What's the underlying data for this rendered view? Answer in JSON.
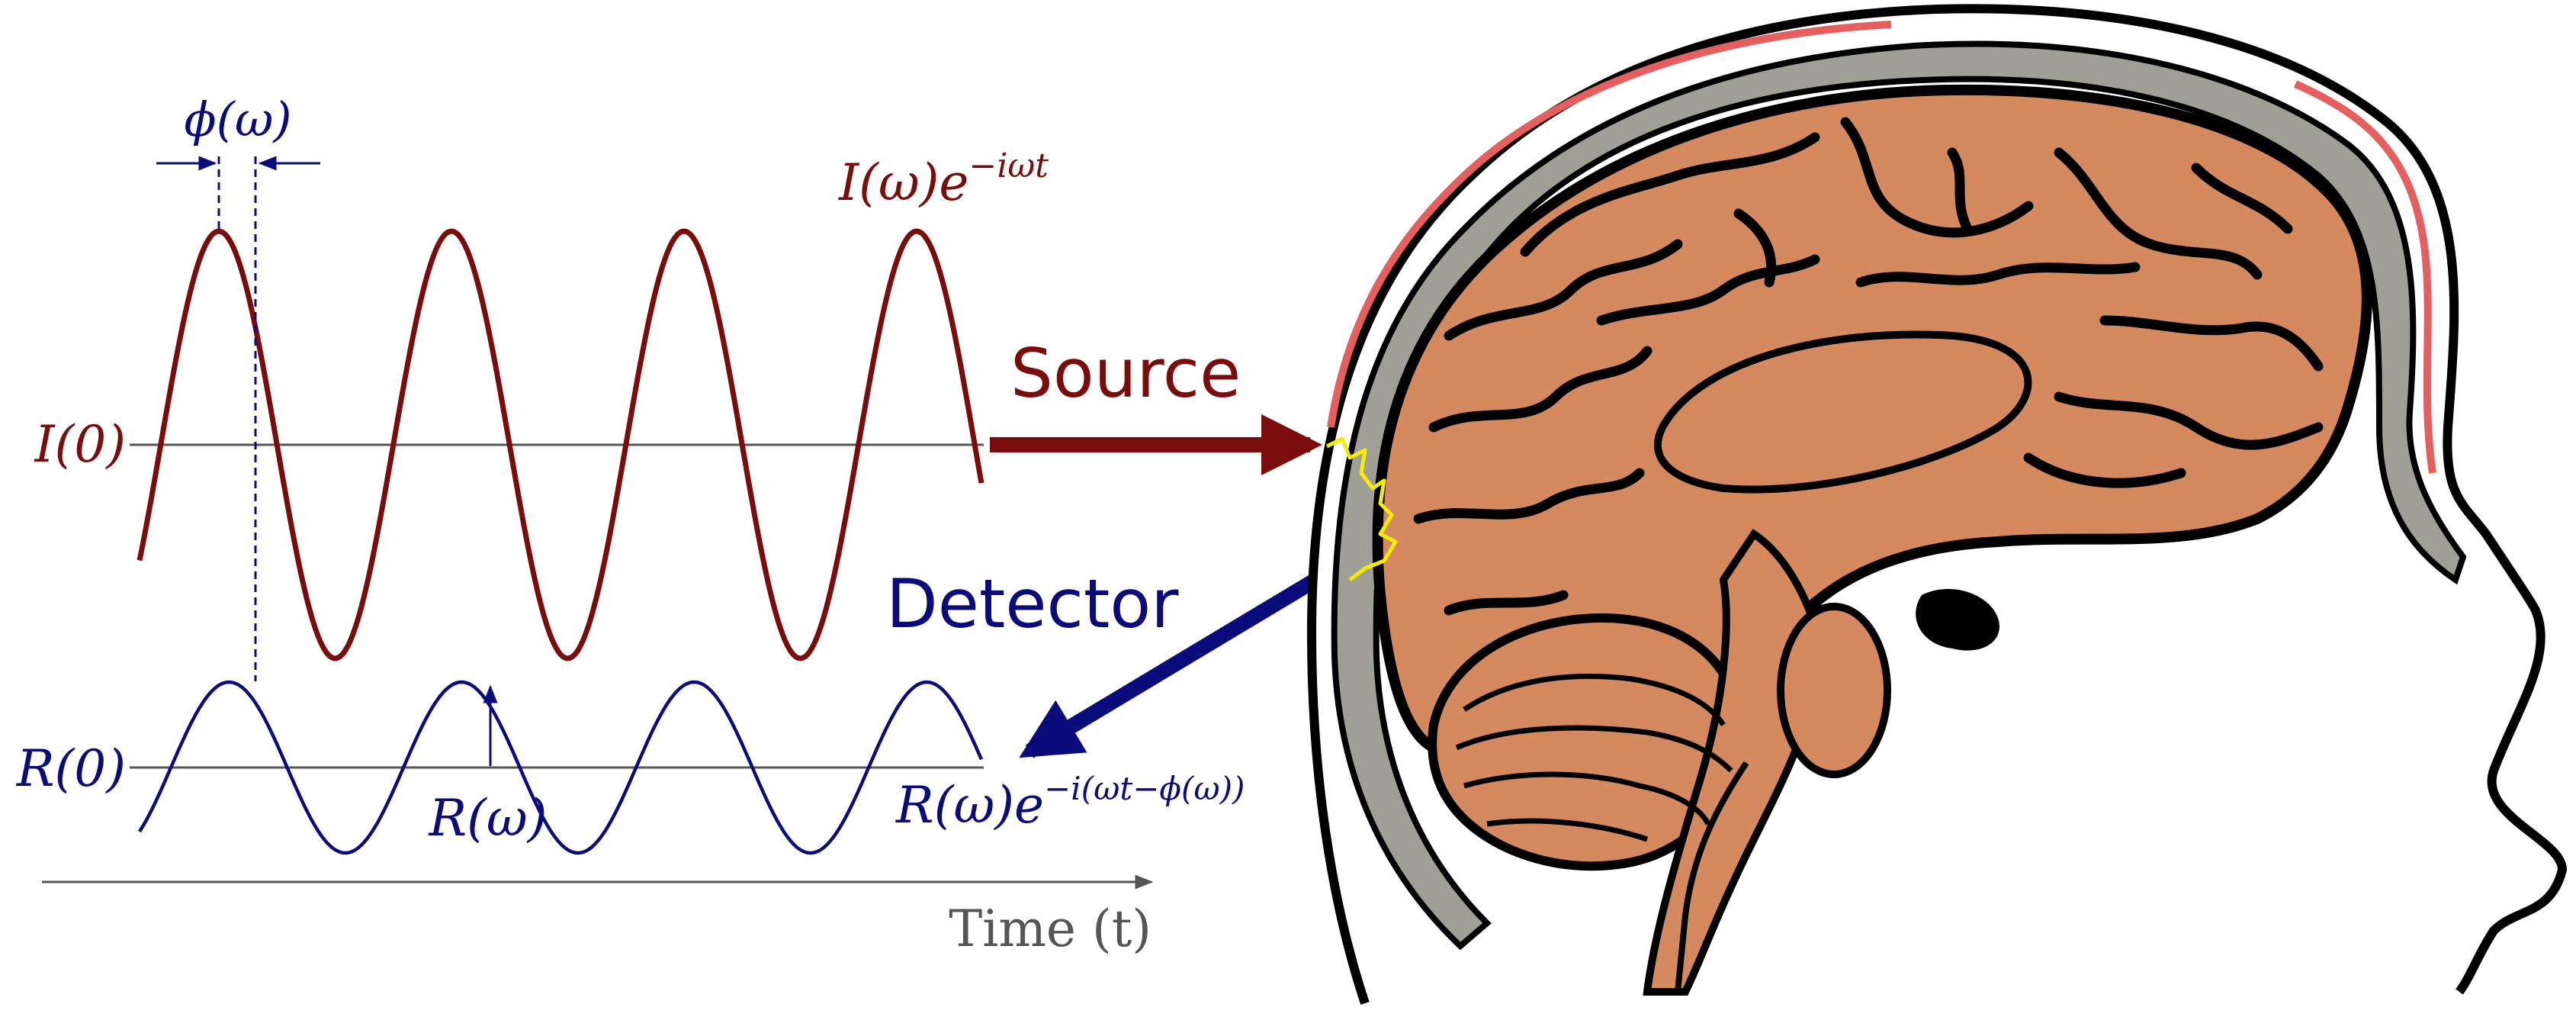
{
  "labels": {
    "phase": "ϕ(ω)",
    "incident_expr_base": "I(ω)e",
    "incident_expr_exp": "−iωt",
    "incident_baseline": "I(0)",
    "source": "Source",
    "detector": "Detector",
    "reflected_baseline": "R(0)",
    "reflected_amplitude": "R(ω)",
    "reflected_expr_base": "R(ω)e",
    "reflected_expr_exp": "−i(ωt−ϕ(ω))",
    "time_axis": "Time (t)"
  },
  "colors": {
    "incident": "#7a0c0c",
    "reflected": "#0b0b7c",
    "axis": "#555555",
    "brain": "#d48a5e",
    "skull": "#a09f96",
    "scalp": "#e65f5f",
    "photon_path": "#f5ec00",
    "outline": "#000000"
  },
  "waves": {
    "incident": {
      "cycles": 4,
      "phase_lead_deg": 0
    },
    "reflected": {
      "cycles": 4,
      "phase_lag_deg": 25,
      "relative_amplitude": 0.4
    }
  }
}
